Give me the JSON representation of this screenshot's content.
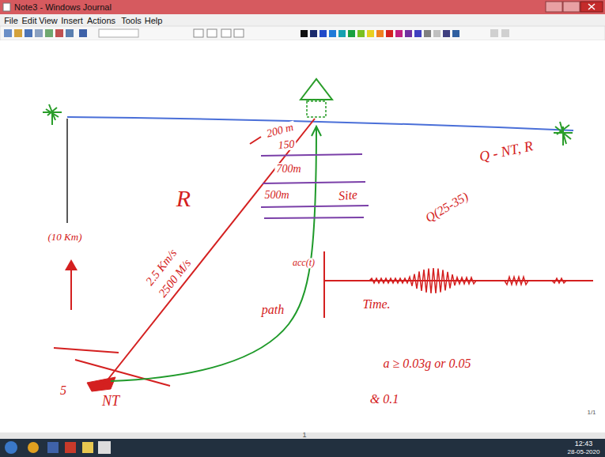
{
  "diagram": {
    "labels": [
      "Note3 - Windows Journal",
      "File",
      "Edit",
      "View",
      "Insert",
      "Actions",
      "Tools",
      "Help",
      "200 m",
      "150",
      "700m",
      "500m",
      "Site",
      "R",
      "2.5 Km/s",
      "2500 M/s",
      "(10 Km)",
      "5",
      "NT",
      "Q - NT, R",
      "Q(25-35)",
      "acc(t)",
      "path",
      "Time.",
      "a ≥ 0.03g or 0.05",
      "& 0.1",
      "1",
      "1/1",
      "12:43",
      "28-05-2020"
    ]
  }
}
